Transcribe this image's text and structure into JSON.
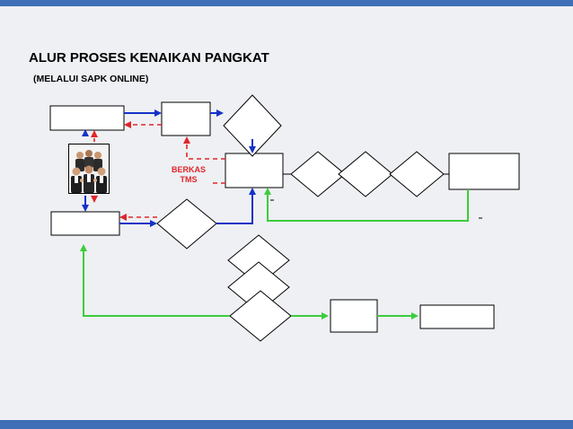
{
  "slide": {
    "title": "ALUR PROSES KENAIKAN PANGKAT",
    "subtitle": "(MELALUI SAPK ONLINE)",
    "label_berkas_line1": "BERKAS",
    "label_berkas_line2": "TMS"
  },
  "colors": {
    "bar_blue": "#3f6fb6",
    "flow_blue": "#1432c8",
    "flow_red_dashed": "#e0262b",
    "flow_green": "#3dcc3d",
    "box_fill": "#ffffff",
    "slide_bg": "#eef0f3"
  },
  "icons": {
    "people_photo": "group-of-people-clapping-icon"
  }
}
